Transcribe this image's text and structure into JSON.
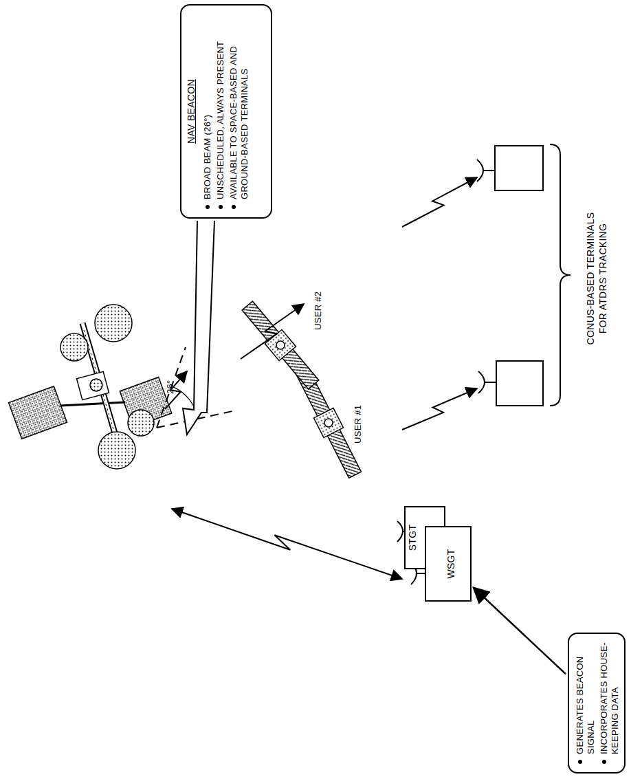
{
  "diagram": {
    "nodes": [
      {
        "text": [
          "NAV BEACON",
          "BROAD BEAM (26°)",
          "UNSCHEDULED, ALWAYS PRESENT",
          "AVAILABLE TO SPACE-BASED AND GROUND-BASED TERMINALS"
        ]
      },
      {
        "text": [
          "STGT"
        ]
      },
      {
        "text": [
          "WSGT"
        ]
      },
      {
        "text": [
          "GENERATES BEACON SIGNAL",
          "INCORPORATES HOUSE-KEEPING DATA"
        ]
      }
    ],
    "edges": [
      {
        "from": 3,
        "to": 2,
        "arrow": "to"
      }
    ],
    "labels": [
      "26°",
      "USER #1",
      "USER #2",
      "CONUS-BASED TERMINALS FOR ATDRS TRACKING"
    ]
  }
}
